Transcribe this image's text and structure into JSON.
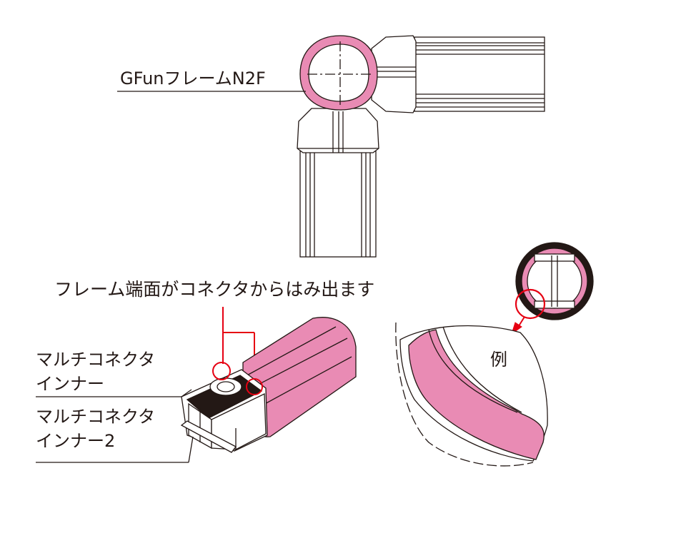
{
  "labels": {
    "frame_name": "GFunフレームN2F",
    "protrude_note": "フレーム端面がコネクタからはみ出ます",
    "multi_inner_line1": "マルチコネクタ",
    "multi_inner_line2": "インナー",
    "multi_inner2_line1": "マルチコネクタ",
    "multi_inner2_line2": "インナー2",
    "example": "例"
  },
  "colors": {
    "frame_pink": "#e98bb4",
    "highlight_red": "#e60012",
    "line": "#231815"
  }
}
